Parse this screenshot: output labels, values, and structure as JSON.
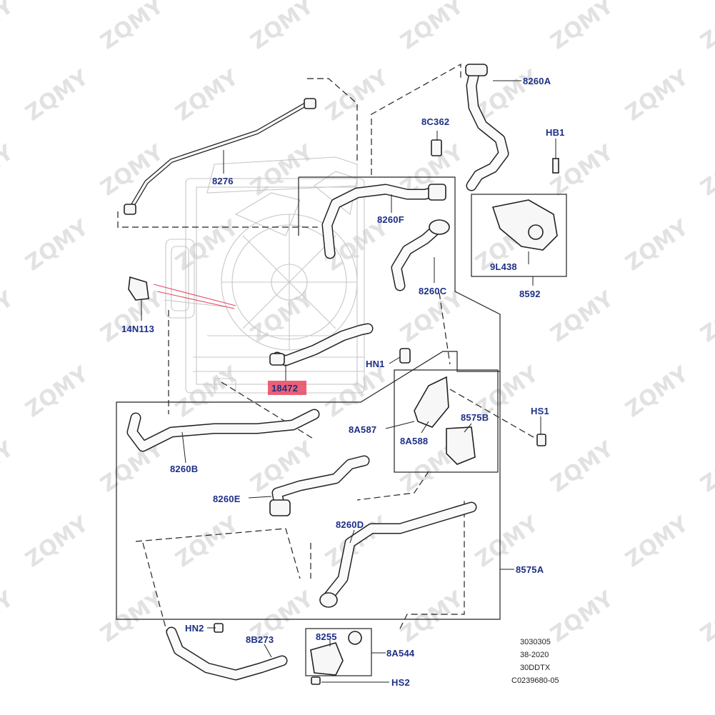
{
  "watermark_text": "ZQMY",
  "labels": {
    "p8276": "8276",
    "p8260A": "8260A",
    "p8C362": "8C362",
    "pHB1": "HB1",
    "p8260F": "8260F",
    "p8260C": "8260C",
    "p9L438": "9L438",
    "p8592": "8592",
    "p14N113": "14N113",
    "p18472": "18472",
    "pHN1": "HN1",
    "p8A587": "8A587",
    "p8A588": "8A588",
    "p8575B": "8575B",
    "pHS1": "HS1",
    "p8260B": "8260B",
    "p8260E": "8260E",
    "p8260D": "8260D",
    "p8575A": "8575A",
    "pHN2": "HN2",
    "p8B273": "8B273",
    "p8255": "8255",
    "p8A544": "8A544",
    "pHS2": "HS2"
  },
  "ref_codes": {
    "line1": "3030305",
    "line2": "38-2020",
    "line3": "30DDTX",
    "line4": "C0239680-05"
  },
  "colors": {
    "label_blue": "#1d2f86",
    "highlight_red": "#e8455f",
    "line": "#222222"
  }
}
